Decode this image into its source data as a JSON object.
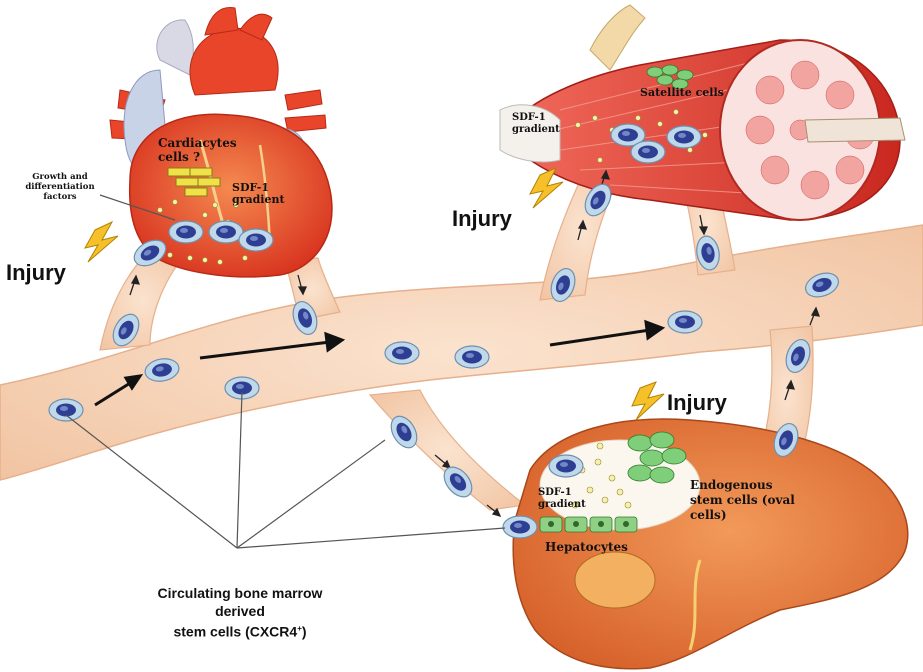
{
  "labels": {
    "cardiac_cells": "Cardiacytes cells ?",
    "growth_factors_line1": "Growth and",
    "growth_factors_line2": "differentiation",
    "growth_factors_line3": "factors",
    "heart_sdf_line1": "SDF-1",
    "heart_sdf_line2": "gradient",
    "injury_heart": "Injury",
    "satellite_cells": "Satellite cells",
    "muscle_sdf_line1": "SDF-1",
    "muscle_sdf_line2": "gradient",
    "injury_muscle": "Injury",
    "injury_liver": "Injury",
    "liver_sdf_line1": "SDF-1",
    "liver_sdf_line2": "gradient",
    "endogenous_line1": "Endogenous",
    "endogenous_line2": "stem cells (oval",
    "endogenous_line3": "cells)",
    "hepatocytes": "Hepatocytes",
    "circulating_line1": "Circulating bone marrow",
    "circulating_line2": "derived",
    "circulating_line3": "stem cells (CXCR4",
    "circulating_sup": "+",
    "circulating_close": ")"
  },
  "colors": {
    "vessel_fill": "#f7d4b8",
    "vessel_edge": "#e7b08e",
    "cell_outer": "#bfd9ea",
    "cell_nucleus": "#2e3f93",
    "heart_red": "#e8452a",
    "liver_orange": "#e4742f",
    "muscle_red": "#d9342a",
    "green_cell": "#7fcf7a",
    "bolt_yellow": "#f5c02a"
  }
}
